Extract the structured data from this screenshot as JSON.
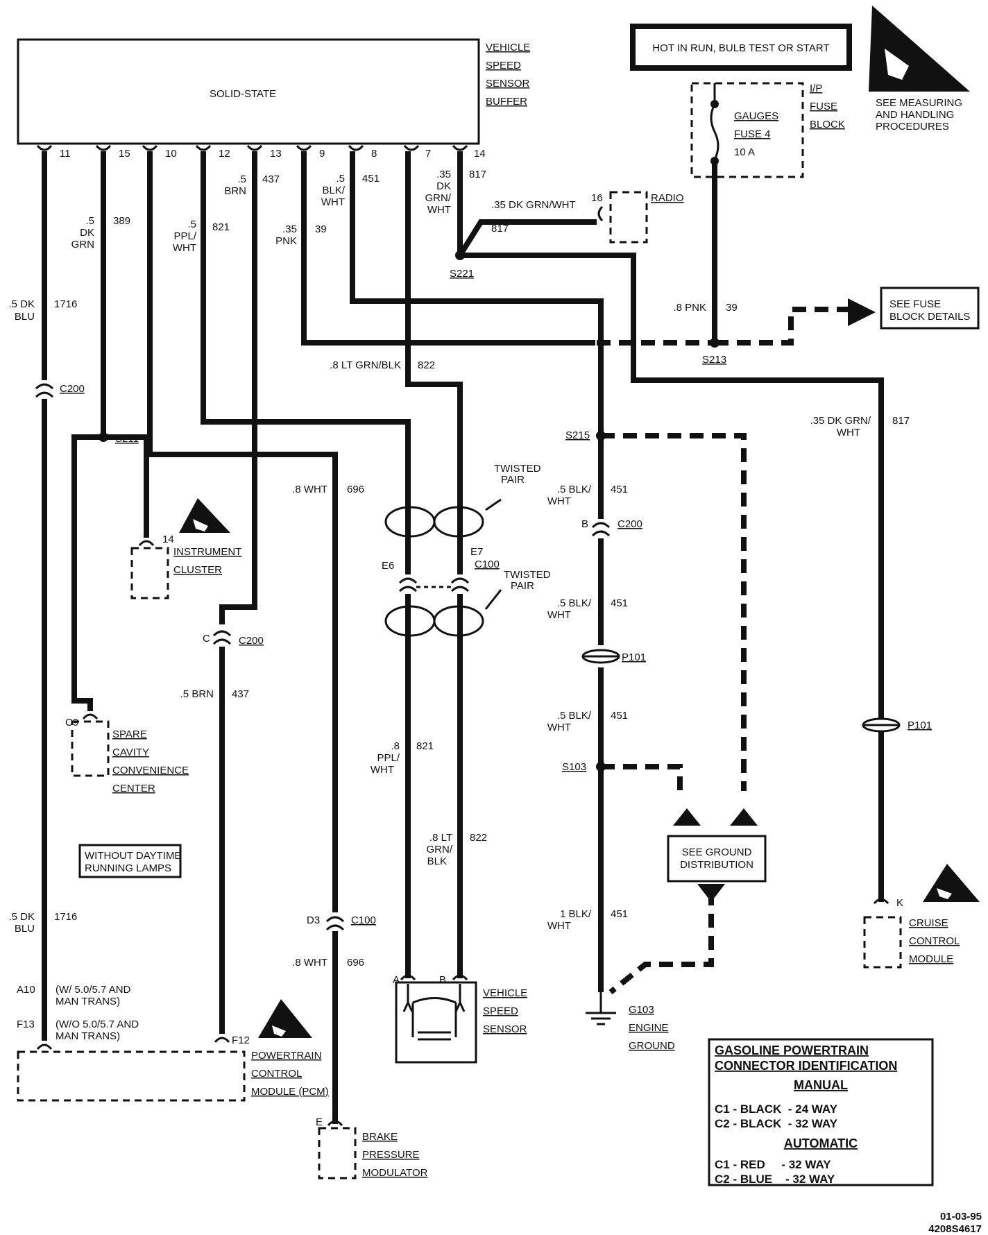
{
  "buffer": {
    "title": "SOLID-STATE",
    "label": [
      "VEHICLE",
      "SPEED",
      "SENSOR",
      "BUFFER"
    ],
    "pins": [
      "11",
      "15",
      "10",
      "12",
      "13",
      "9",
      "8",
      "7",
      "14"
    ]
  },
  "hot": "HOT IN RUN, BULB TEST OR START",
  "fuse": {
    "label": [
      "GAUGES",
      "FUSE 4"
    ],
    "rating": "10 A",
    "block": [
      "I/P",
      "FUSE",
      "BLOCK"
    ]
  },
  "esd": [
    "SEE MEASURING",
    "AND HANDLING",
    "PROCEDURES"
  ],
  "radio": {
    "pin": "16",
    "label": "RADIO"
  },
  "fuse_details": [
    "SEE FUSE",
    "BLOCK DETAILS"
  ],
  "wires": {
    "w1716": {
      "g": [
        ".5 DK",
        "BLU"
      ],
      "c": "1716"
    },
    "w389": {
      "g": [
        ".5",
        "DK",
        "GRN"
      ],
      "c": "389"
    },
    "w821": {
      "g": [
        ".5",
        "PPL/",
        "WHT"
      ],
      "c": "821"
    },
    "w437": {
      "g": [
        ".5",
        "BRN"
      ],
      "c": "437"
    },
    "w39": {
      "g": [
        ".35",
        "PNK"
      ],
      "c": "39"
    },
    "w451": {
      "g": [
        ".5",
        "BLK/",
        "WHT"
      ],
      "c": "451"
    },
    "w817": {
      "g": [
        ".35",
        "DK",
        "GRN/",
        "WHT"
      ],
      "c": "817"
    },
    "radio_wire": {
      "g": ".35 DK GRN/WHT",
      "c": "817"
    },
    "pnk39": {
      "g": ".8 PNK",
      "c": "39"
    },
    "ltgrn822": {
      "g": ".8 LT GRN/BLK",
      "c": "822"
    },
    "cruise817": {
      "g": [
        ".35 DK GRN/",
        "WHT"
      ],
      "c": "817"
    },
    "wht696": {
      "g": ".8 WHT",
      "c": "696"
    },
    "blk451a": {
      "g": [
        ".5 BLK/",
        "WHT"
      ],
      "c": "451"
    },
    "blk451b": {
      "g": [
        ".5 BLK/",
        "WHT"
      ],
      "c": "451"
    },
    "blk451c": {
      "g": [
        ".5 BLK/",
        "WHT"
      ],
      "c": "451"
    },
    "blk451d": {
      "g": [
        "1 BLK/",
        "WHT"
      ],
      "c": "451"
    },
    "brn437": {
      "g": ".5 BRN",
      "c": "437"
    },
    "ppl821": {
      "g": [
        ".8",
        "PPL/",
        "WHT"
      ],
      "c": "821"
    },
    "ltgrn822b": {
      "g": [
        ".8 LT",
        "GRN/",
        "BLK"
      ],
      "c": "822"
    },
    "blu1716b": {
      "g": [
        ".5 DK",
        "BLU"
      ],
      "c": "1716"
    },
    "wht696b": {
      "g": ".8 WHT",
      "c": "696"
    }
  },
  "splices": {
    "s221": "S221",
    "s213": "S213",
    "s211": "S211",
    "s215": "S215",
    "s103": "S103"
  },
  "connectors": {
    "c200a": "C200",
    "c200b": "C200",
    "c200c": "C200",
    "c100": "C100",
    "c100b": "C100",
    "p101a": "P101",
    "p101b": "P101",
    "pinB": "B",
    "pinC": "C",
    "pinD3": "D3",
    "pinE6": "E6",
    "pinE7": "E7",
    "pinC9": "C9",
    "pin14": "14",
    "pinK": "K",
    "pinA10": "A10",
    "pinF13": "F13",
    "pinF12": "F12",
    "pinA": "A",
    "pinB2": "B",
    "pinE": "E"
  },
  "twisted": [
    "TWISTED",
    "PAIR"
  ],
  "cluster": [
    "INSTRUMENT",
    "CLUSTER"
  ],
  "spare": [
    "SPARE",
    "CAVITY",
    "CONVENIENCE",
    "CENTER"
  ],
  "without_drl": [
    "WITHOUT DAYTIME",
    "RUNNING LAMPS"
  ],
  "ground_dist": [
    "SEE GROUND",
    "DISTRIBUTION"
  ],
  "cruise": [
    "CRUISE",
    "CONTROL",
    "MODULE"
  ],
  "pcm": [
    "POWERTRAIN",
    "CONTROL",
    "MODULE (PCM)"
  ],
  "a10note": [
    "(W/ 5.0/5.7 AND",
    "MAN TRANS)"
  ],
  "f13note": [
    "(W/O 5.0/5.7 AND",
    "MAN TRANS)"
  ],
  "vss": [
    "VEHICLE",
    "SPEED",
    "SENSOR"
  ],
  "brake": [
    "BRAKE",
    "PRESSURE",
    "MODULATOR"
  ],
  "g103": [
    "G103",
    "ENGINE",
    "GROUND"
  ],
  "legend": {
    "title": [
      "GASOLINE POWERTRAIN",
      "CONNECTOR IDENTIFICATION"
    ],
    "manual": "MANUAL",
    "m1": "C1 - BLACK  - 24 WAY",
    "m2": "C2 - BLACK  - 32 WAY",
    "automatic": "AUTOMATIC",
    "a1": "C1 - RED     - 32 WAY",
    "a2": "C2 - BLUE    - 32 WAY"
  },
  "footer": [
    "01-03-95",
    "4208S4617"
  ]
}
